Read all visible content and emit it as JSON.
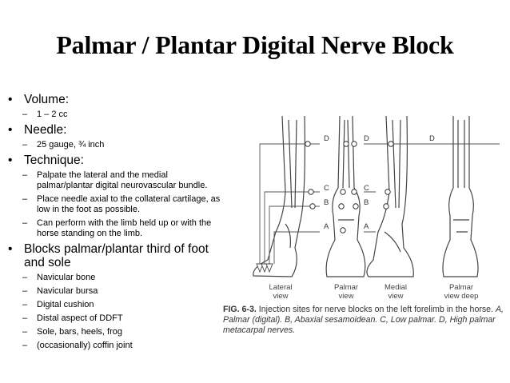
{
  "title": "Palmar / Plantar Digital Nerve Block",
  "bullets": [
    {
      "label": "Volume:",
      "subs": [
        "1 – 2 cc"
      ]
    },
    {
      "label": "Needle:",
      "subs": [
        "25 gauge, ¾ inch"
      ]
    },
    {
      "label": "Technique:",
      "subs": [
        "Palpate the lateral and the medial palmar/plantar digital neurovascular bundle.",
        "Place needle axial to the collateral cartilage, as low in the foot as possible.",
        "Can perform with the limb held up or with the horse standing on the limb."
      ]
    },
    {
      "label": "Blocks palmar/plantar third of foot and sole",
      "subs": [
        "Navicular bone",
        "Navicular bursa",
        "Digital cushion",
        "Distal aspect of DDFT",
        "Sole, bars, heels, frog",
        "(occasionally) coffin joint"
      ]
    }
  ],
  "figure": {
    "views": [
      "Lateral view",
      "Palmar view",
      "Medial view",
      "Palmar view deep"
    ],
    "letters": [
      "D",
      "D",
      "D",
      "C",
      "C",
      "B",
      "B",
      "A",
      "A"
    ],
    "caption_label": "FIG. 6-3.",
    "caption_text": "Injection sites for nerve blocks on the left forelimb in the horse.",
    "caption_letters": "A, Palmar (digital). B, Abaxial sesamoidean. C, Low palmar. D, High palmar metacarpal nerves."
  },
  "colors": {
    "text": "#000000",
    "caption": "#333333",
    "line": "#444444"
  }
}
